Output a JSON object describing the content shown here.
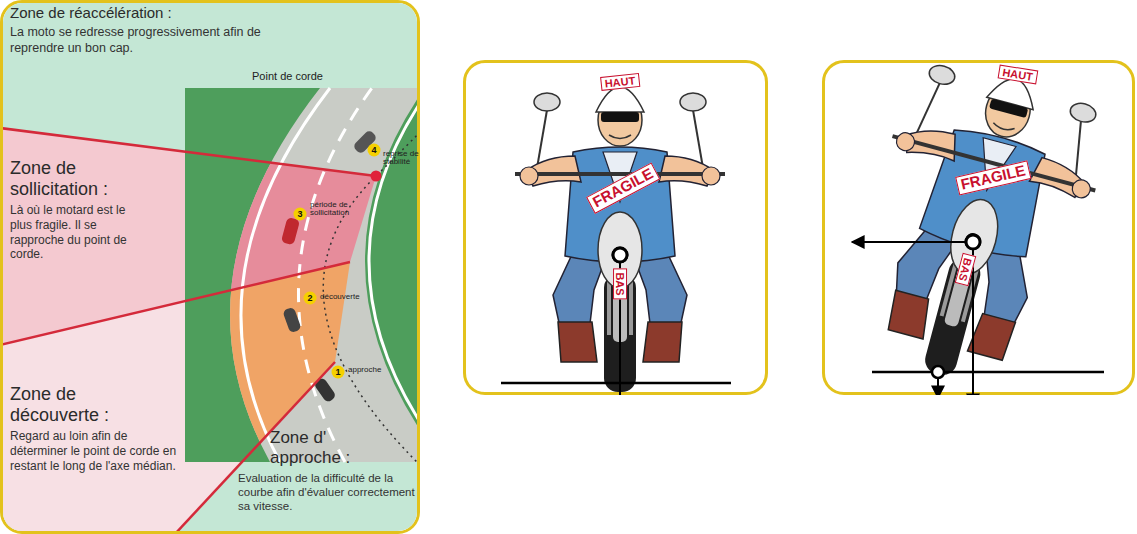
{
  "diagram": {
    "nodes": [
      {
        "text": [
          "Point de corde"
        ]
      },
      {
        "text": [
          "Zone de réaccélération :",
          "La moto se redresse progressivement afin de reprendre un bon cap."
        ],
        "in": 0
      },
      {
        "text": [
          "Zone de sollicitation :",
          "Là où le motard est le plus fragile. Il se rapproche du point de corde."
        ],
        "in": 0
      },
      {
        "text": [
          "Zone de découverte :",
          "Regard au loin afin de déterminer le point de corde en restant le long de l'axe médian."
        ],
        "in": 0
      },
      {
        "text": [
          "Zone d' approche :",
          "Evaluation de la difficulté de la courbe afin d'évaluer correctement sa vitesse."
        ],
        "in": 0
      },
      {
        "text": [
          "HAUT",
          "FRAGILE",
          "BAS"
        ]
      },
      {
        "text": [
          "HAUT",
          "FRAGILE",
          "BAS"
        ]
      }
    ],
    "labels": [
      "1",
      "approche",
      "2",
      "découverte",
      "3",
      "période de sollicitation",
      "4",
      "reprise de stabilité"
    ]
  }
}
